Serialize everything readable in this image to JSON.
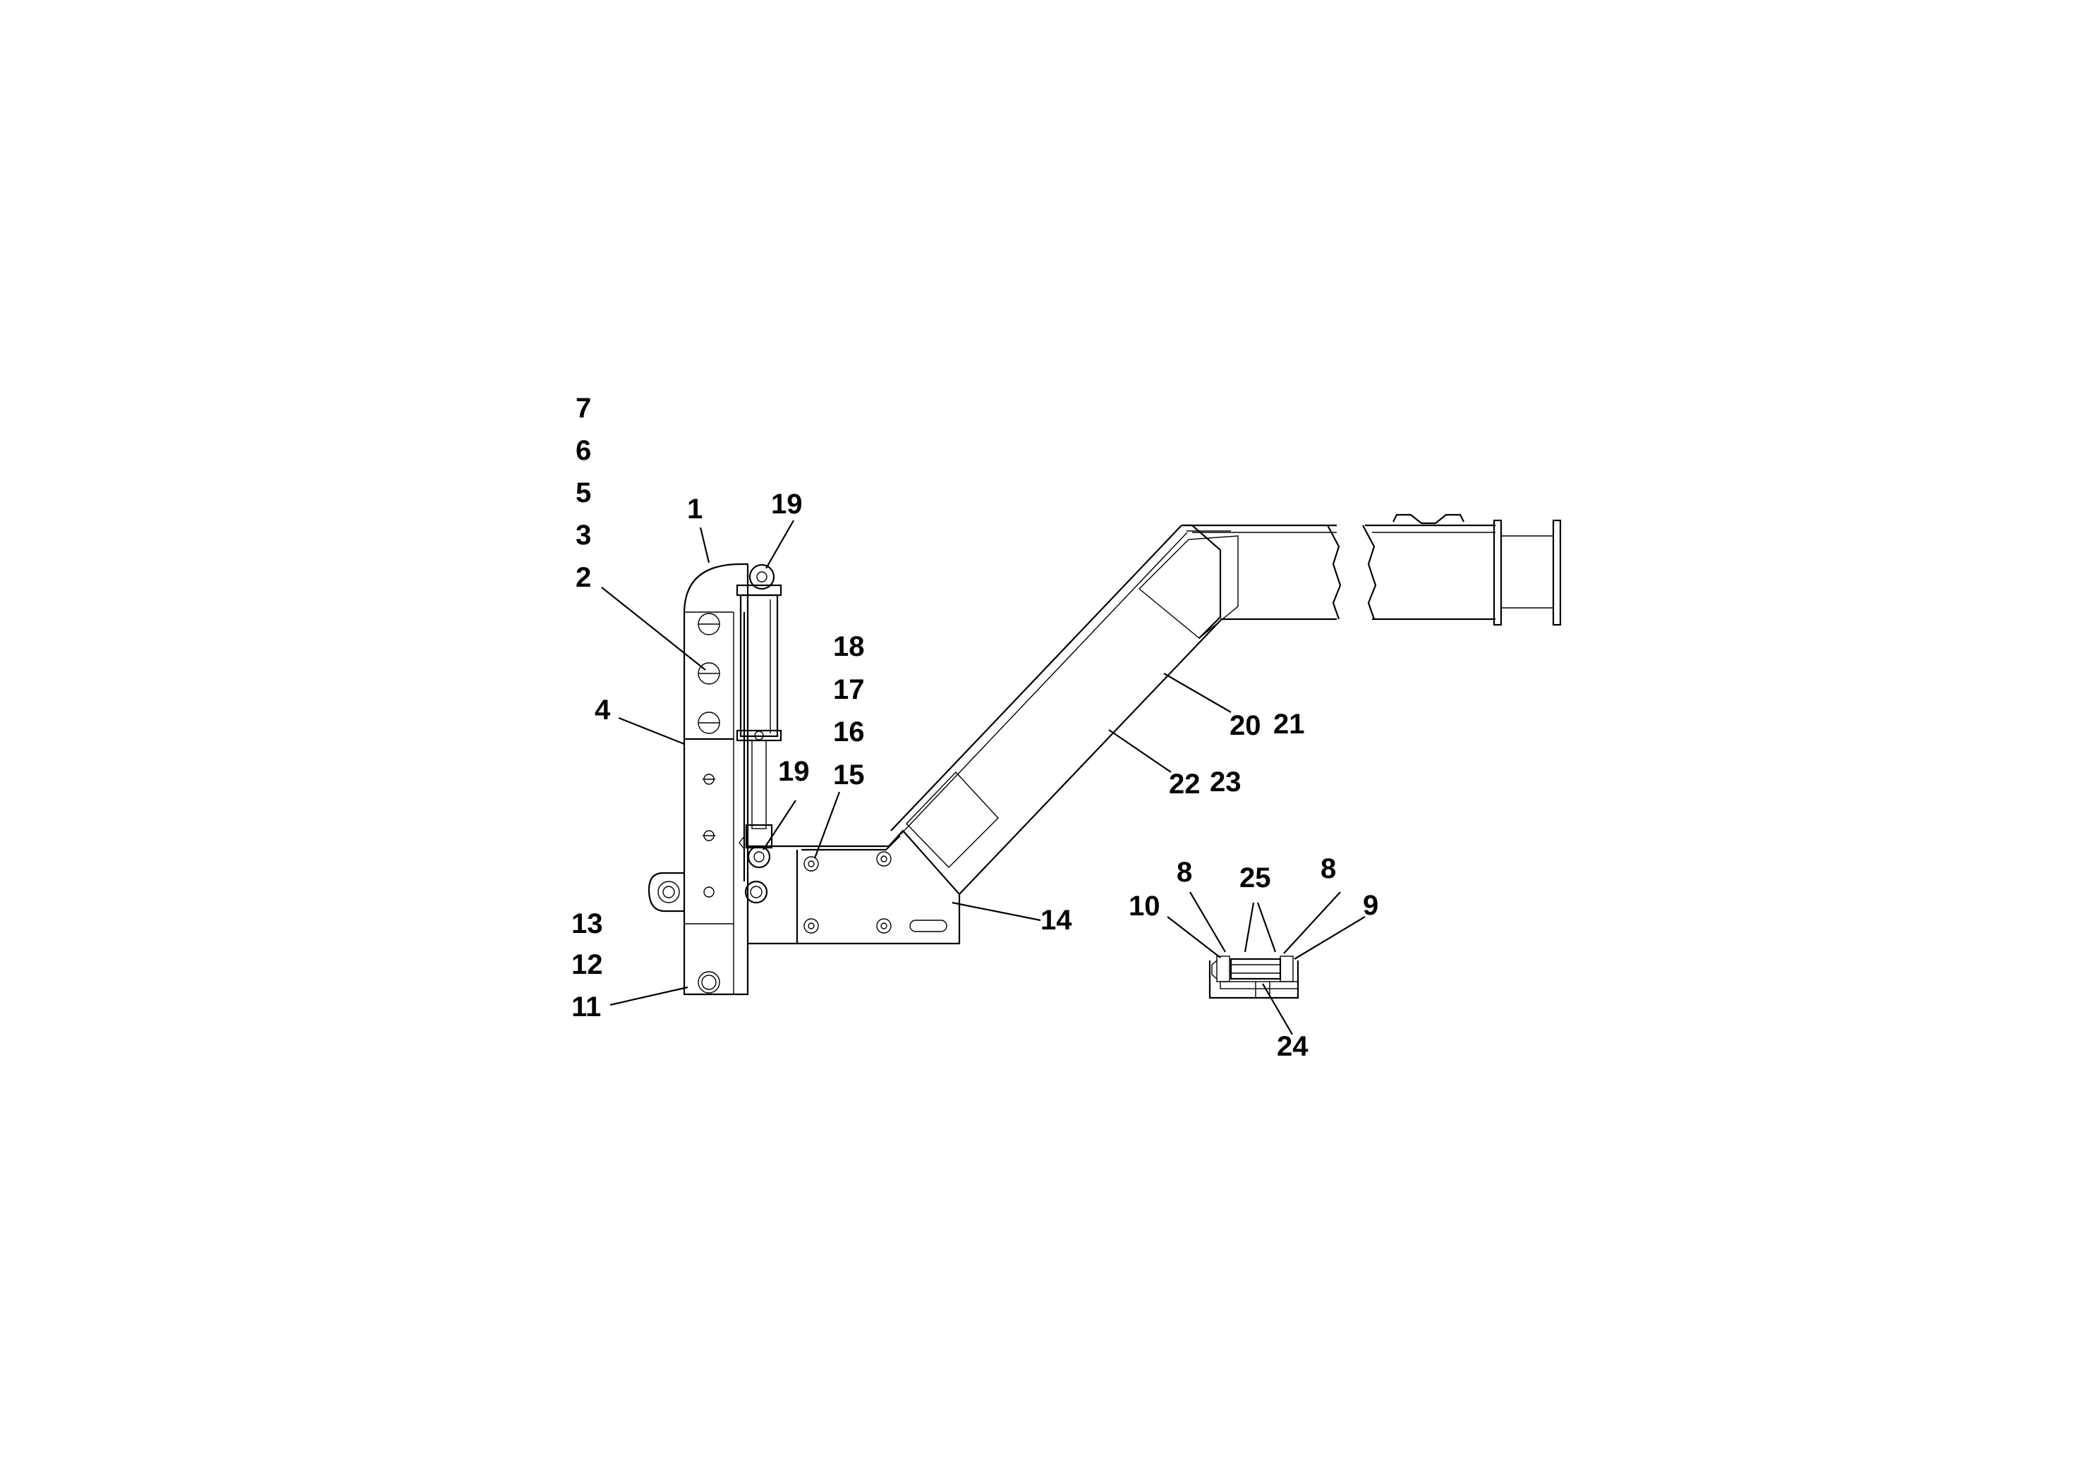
{
  "callouts": {
    "c7": "7",
    "c6": "6",
    "c5": "5",
    "c3": "3",
    "c2": "2",
    "c1": "1",
    "c19a": "19",
    "c19b": "19",
    "c4": "4",
    "c18": "18",
    "c17": "17",
    "c16": "16",
    "c15": "15",
    "c13": "13",
    "c12": "12",
    "c11": "11",
    "c14": "14",
    "c20": "20",
    "c21": "21",
    "c22": "22",
    "c23": "23",
    "c8a": "8",
    "c8b": "8",
    "c25": "25",
    "c10": "10",
    "c9": "9",
    "c24": "24"
  }
}
